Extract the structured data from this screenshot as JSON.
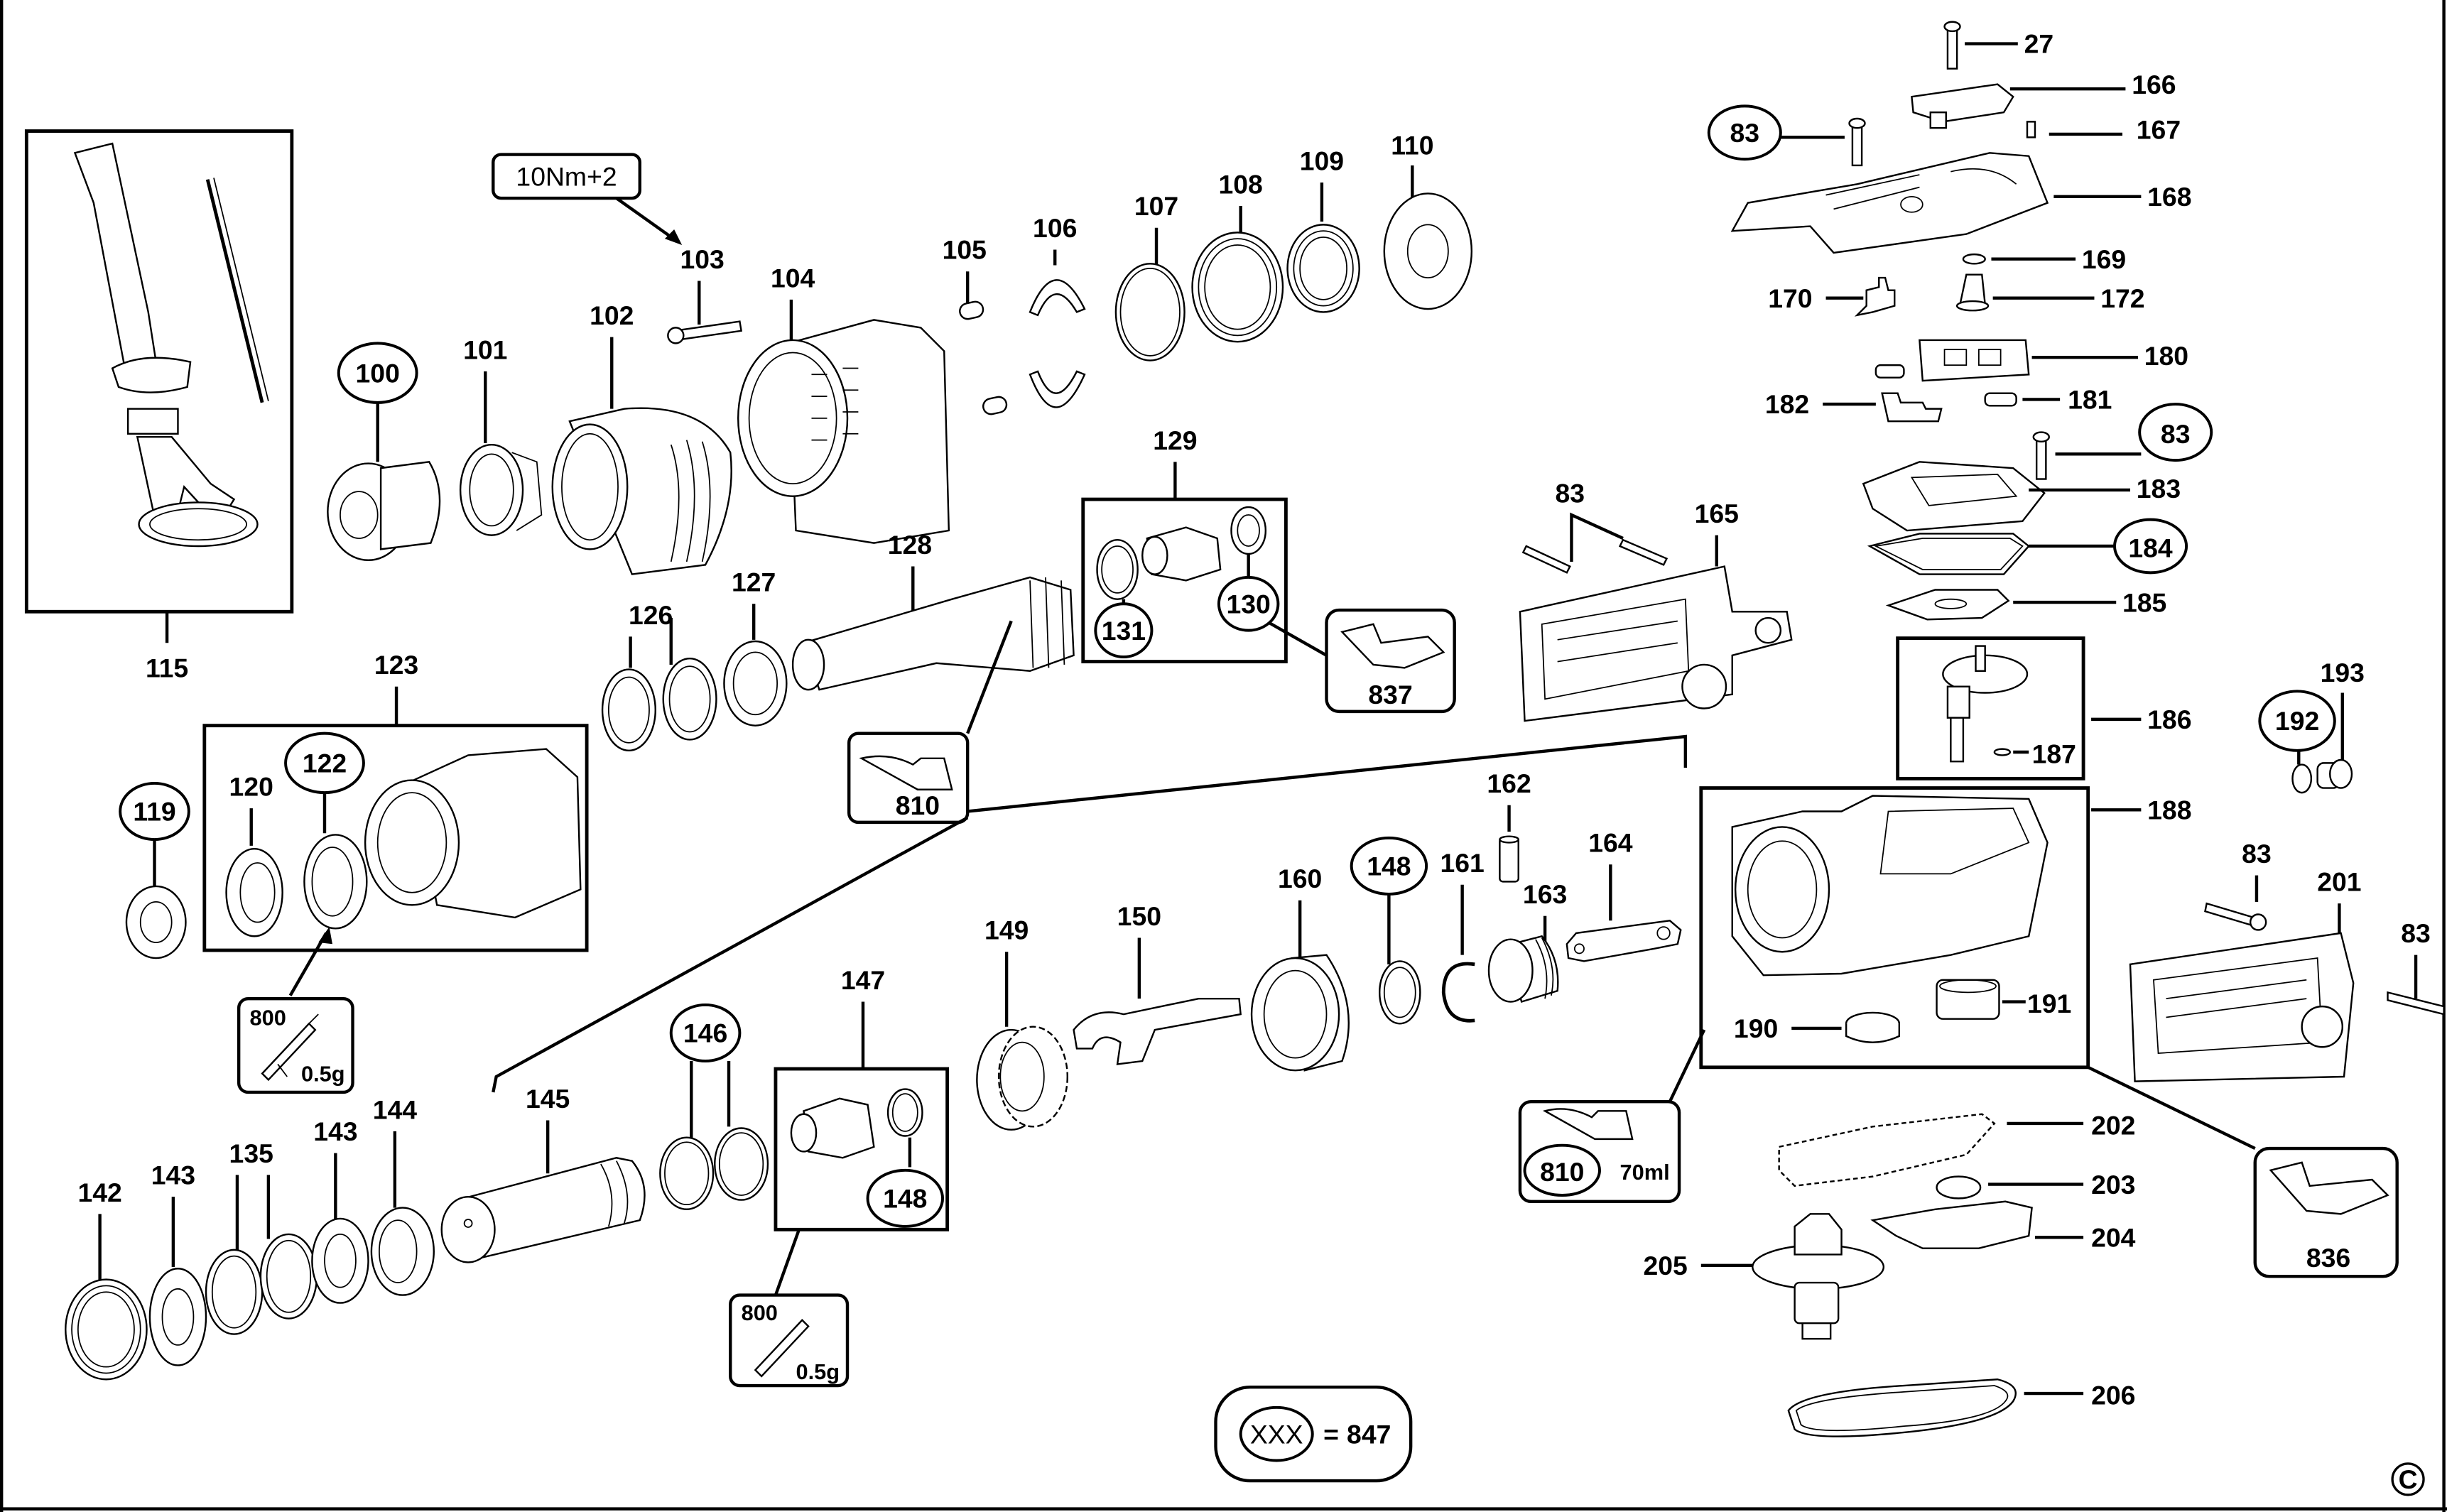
{
  "diagram": {
    "kind": "exploded parts diagram",
    "copyright_mark": "C",
    "torque_note": "10Nm+2",
    "legend": {
      "symbol": "XXX",
      "equals": "=",
      "kit_number": "847"
    },
    "labels": {
      "p27": "27",
      "p83": "83",
      "p100": "100",
      "p101": "101",
      "p102": "102",
      "p103": "103",
      "p104": "104",
      "p105": "105",
      "p106": "106",
      "p107": "107",
      "p108": "108",
      "p109": "109",
      "p110": "110",
      "p115": "115",
      "p119": "119",
      "p120": "120",
      "p122": "122",
      "p123": "123",
      "p126": "126",
      "p127": "127",
      "p128": "128",
      "p129": "129",
      "p130": "130",
      "p131": "131",
      "p135": "135",
      "p142": "142",
      "p143": "143",
      "p144": "144",
      "p145": "145",
      "p146": "146",
      "p147": "147",
      "p148": "148",
      "p149": "149",
      "p150": "150",
      "p160": "160",
      "p161": "161",
      "p162": "162",
      "p163": "163",
      "p164": "164",
      "p165": "165",
      "p166": "166",
      "p167": "167",
      "p168": "168",
      "p169": "169",
      "p170": "170",
      "p172": "172",
      "p180": "180",
      "p181": "181",
      "p182": "182",
      "p183": "183",
      "p184": "184",
      "p185": "185",
      "p186": "186",
      "p187": "187",
      "p188": "188",
      "p190": "190",
      "p191": "191",
      "p192": "192",
      "p193": "193",
      "p201": "201",
      "p202": "202",
      "p203": "203",
      "p204": "204",
      "p205": "205",
      "p206": "206"
    },
    "service_boxes": {
      "grease_1": {
        "code": "800",
        "amount": "0.5g"
      },
      "grease_2": {
        "code": "800",
        "amount": "0.5g"
      },
      "oil_1": {
        "code": "810"
      },
      "oil_2": {
        "code": "810",
        "amount": "70ml"
      },
      "brush_kit_1": {
        "code": "837"
      },
      "brush_kit_2": {
        "code": "836"
      }
    },
    "circled_parts_in_kit_847": [
      "83",
      "100",
      "119",
      "122",
      "130",
      "131",
      "146",
      "148",
      "184",
      "192",
      "810"
    ]
  }
}
